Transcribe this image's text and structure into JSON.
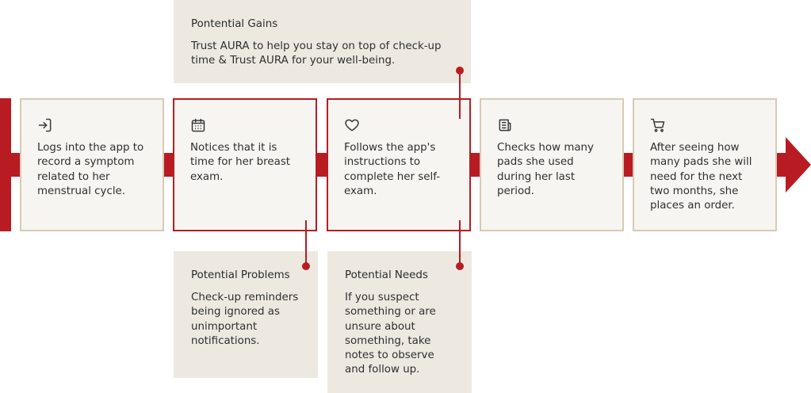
{
  "steps": [
    {
      "icon": "login-icon",
      "text": "Logs into the app to record a symptom related to her menstrual cycle."
    },
    {
      "icon": "calendar-icon",
      "text": "Notices that it is time for her breast exam."
    },
    {
      "icon": "heart-icon",
      "text": "Follows the app's instructions to complete her self-exam."
    },
    {
      "icon": "receipt-icon",
      "text": "Checks how many pads she used during her last period."
    },
    {
      "icon": "cart-icon",
      "text": "After seeing how many pads she will need for the next two months, she places an order."
    }
  ],
  "notes": {
    "gains": {
      "title": "Pontential Gains",
      "body": "Trust AURA to help you stay on top of check-up time & Trust AURA for your well-being."
    },
    "problems": {
      "title": "Potential Problems",
      "body": "Check-up reminders being ignored as unimportant notifications."
    },
    "needs": {
      "title": "Potential Needs",
      "body": "If you suspect something or are unsure about something, take notes to observe and follow up."
    }
  },
  "colors": {
    "accent": "#b81c22",
    "card": "#f7f5f1",
    "card_border": "#d6cbb6",
    "note": "#ede9e1"
  }
}
